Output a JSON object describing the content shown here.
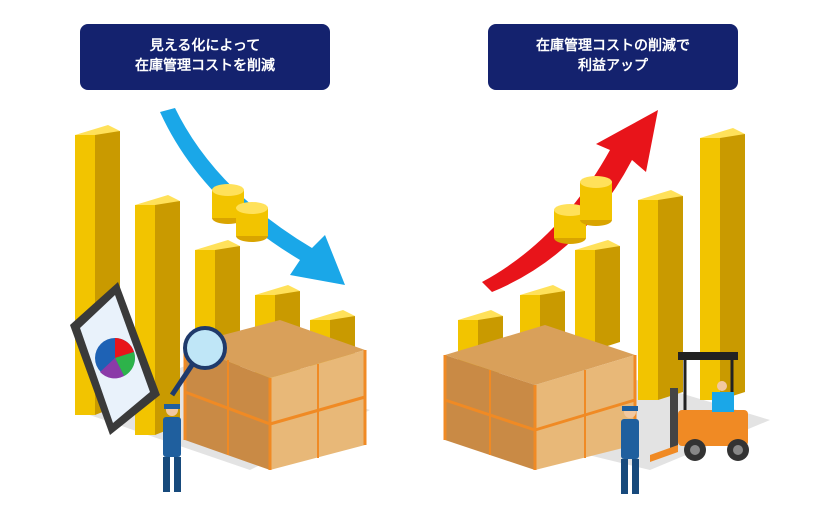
{
  "left_panel": {
    "caption_line1": "見える化によって",
    "caption_line2": "在庫管理コストを削減",
    "arrow_direction": "down",
    "arrow_color": "#1aa7e8"
  },
  "right_panel": {
    "caption_line1": "在庫管理コストの削減で",
    "caption_line2": "利益アップ",
    "arrow_direction": "up",
    "arrow_color": "#e8141a"
  },
  "colors": {
    "caption_bg": "#14226e",
    "bar_yellow": "#f2c400",
    "floor_gray": "#e0e0e0",
    "box_brown": "#d9a05a",
    "rack_orange": "#f08a24",
    "worker_blue": "#1f5f9e"
  }
}
